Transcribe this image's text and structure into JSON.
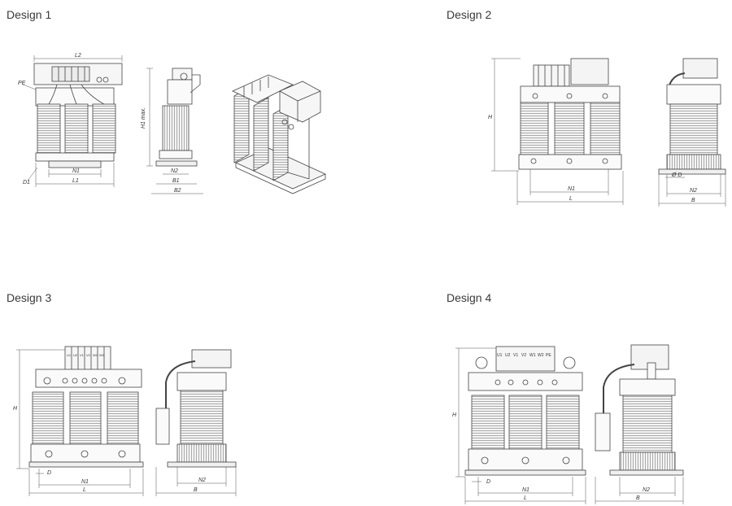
{
  "designs": [
    {
      "title": "Design 1",
      "labels": {
        "l2": "L2",
        "pe": "PE",
        "n1": "N1",
        "l1": "L1",
        "d1": "D1",
        "h1": "H1 max.",
        "n2": "N2",
        "b1": "B1",
        "b2": "B2"
      }
    },
    {
      "title": "Design 2",
      "labels": {
        "h": "H",
        "n1": "N1",
        "l": "L",
        "d": "Ø D",
        "n2": "N2",
        "b": "B"
      }
    },
    {
      "title": "Design 3",
      "labels": {
        "h": "H",
        "d": "D",
        "n1": "N1",
        "l": "L",
        "n2": "N2",
        "b": "B"
      },
      "terminals": [
        "U1",
        "U2",
        "V1",
        "V2",
        "W1",
        "W2"
      ]
    },
    {
      "title": "Design 4",
      "labels": {
        "h": "H",
        "d": "D",
        "n1": "N1",
        "l": "L",
        "n2": "N2",
        "b": "B"
      },
      "terminals": [
        "U1",
        "U2",
        "V1",
        "V2",
        "W1",
        "W2",
        "PE"
      ]
    }
  ],
  "colors": {
    "line": "#444444",
    "coil": "#9a9a9a",
    "fill": "#f2f2f2"
  }
}
